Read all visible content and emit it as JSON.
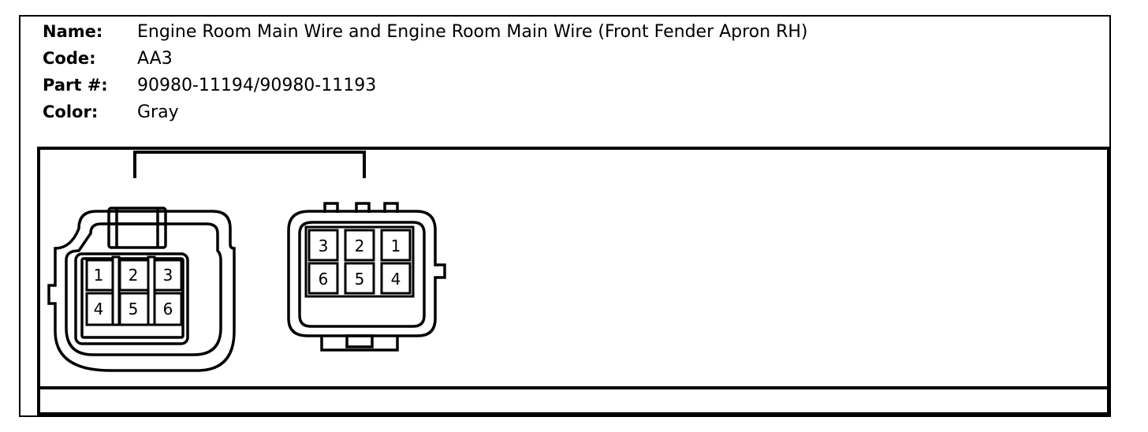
{
  "info": {
    "name_label": "Name:",
    "name_value": "Engine Room Main Wire and Engine Room Main Wire (Front Fender Apron RH)",
    "code_label": "Code:",
    "code_value": "AA3",
    "part_label": "Part #:",
    "part_value": "90980-11194/90980-11193",
    "color_label": "Color:",
    "color_value": "Gray"
  },
  "connector_left": {
    "pins": [
      "1",
      "2",
      "3",
      "4",
      "5",
      "6"
    ]
  },
  "connector_right": {
    "pins": [
      "3",
      "2",
      "1",
      "6",
      "5",
      "4"
    ]
  }
}
